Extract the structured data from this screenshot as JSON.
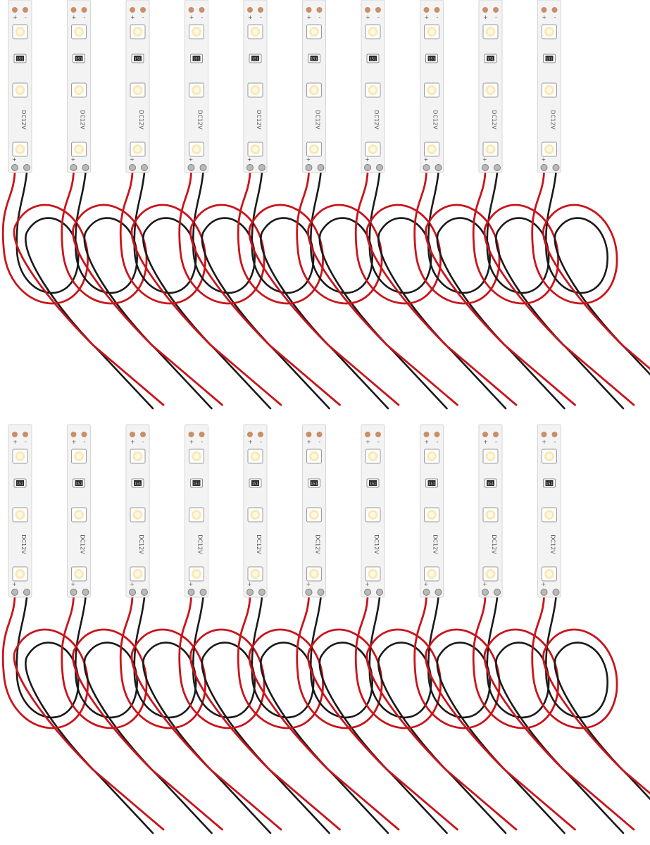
{
  "image": {
    "description_kind": "product-photo",
    "rows": 2,
    "modules_per_row": 10,
    "strip": {
      "voltage_label": "DC12V",
      "plus_label": "+",
      "minus_label": "-",
      "resistor_label": "151",
      "led_count": 3
    },
    "colors": {
      "background": "#ffffff",
      "pcb": "#f3f3f3",
      "pcb_edge": "#d6d6d6",
      "led_glow": "#f7e9b8",
      "led_core": "#fff8e2",
      "pad": "#c98f6a",
      "wire_red": "#c8151b",
      "wire_black": "#1a1a1a",
      "resistor": "#2a2a2a"
    }
  }
}
